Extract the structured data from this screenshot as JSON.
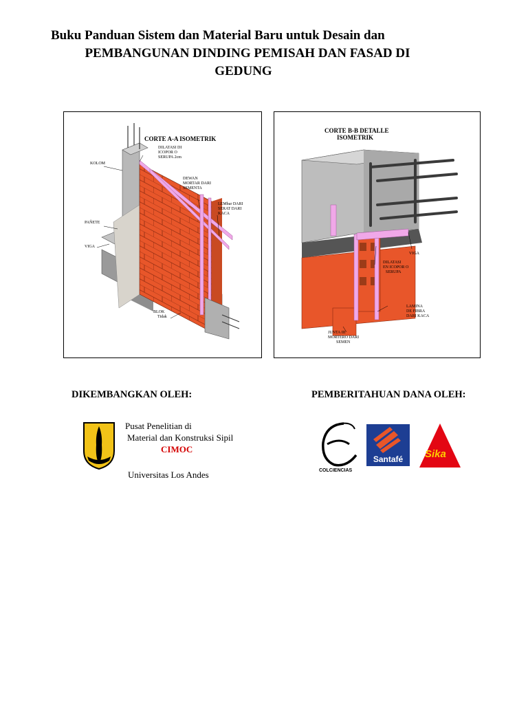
{
  "header": {
    "line1": "Buku Panduan Sistem dan Material Baru untuk Desain dan",
    "line2": "PEMBANGUNAN DINDING PEMISAH DAN FASAD DI",
    "line3": "GEDUNG"
  },
  "figure_a": {
    "title": "CORTE A-A ISOMETRIK",
    "labels": {
      "dilatasi": "DILATASI DI",
      "dilatasi2": "ICOPOR O",
      "dilatasi3": "SERUPA 2cm",
      "kolom": "KOLOM",
      "dewan": "DEWAN",
      "dewan2": "MORTAR DARI",
      "dewan3": "SEMENTA",
      "lembar": "LEMbar DARI",
      "lembar2": "SERAT DARI",
      "lembar3": "KACA",
      "panete": "PAÑETE",
      "viga": "VIGA",
      "blok": "BLOK",
      "blok2": "Tidak"
    }
  },
  "figure_b": {
    "title1": "CORTE B-B DETALLE",
    "title2": "ISOMETRIK",
    "labels": {
      "viga": "VIGA",
      "dilatasi": "DILATASI",
      "dilatasi2": "EN ICOPOR O",
      "dilatasi3": "SERUPA",
      "lamina": "LAMINA",
      "lamina2": "DE FIBRA",
      "lamina3": "DARI KACA",
      "junta": "JUNTA III",
      "junta2": "MORTERO DARI",
      "junta3": "SEMEN"
    }
  },
  "developed_by": {
    "heading": "DIKEMBANGKAN OLEH:",
    "line1": "Pusat Penelitian di",
    "line2": "Material dan Konstruksi Sipil",
    "acronym": "CIMOC",
    "university": "Universitas Los Andes"
  },
  "funded_by": {
    "heading": "PEMBERITAHUAN DANA OLEH:",
    "logo1": "COLCIENCIAS",
    "logo2": "Santafé",
    "logo3": "Sika"
  },
  "colors": {
    "brick": "#e8562a",
    "concrete": "#a8a8a8",
    "fiber": "#f0a8e8",
    "cimoc_red": "#d40000",
    "santafe_blue": "#1d3e93",
    "sika_red": "#e30613"
  }
}
